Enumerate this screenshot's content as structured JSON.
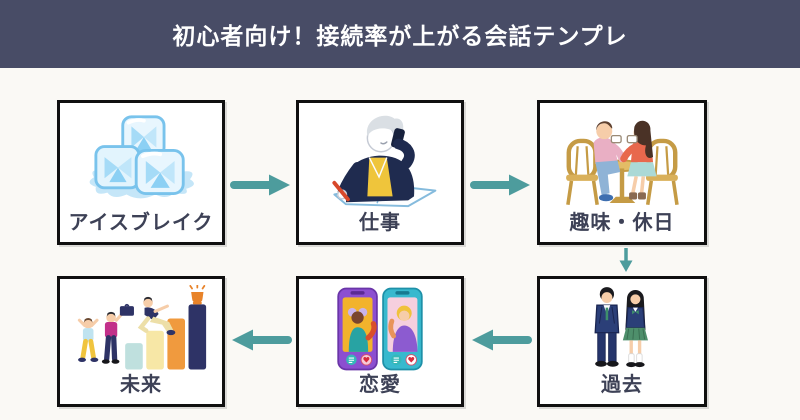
{
  "page": {
    "background_color": "#FAF9F5"
  },
  "header": {
    "title": "初心者向け！接続率が上がる会話テンプレ",
    "background_color": "#484C66",
    "text_color": "#FFFFFF"
  },
  "flow": {
    "arrow_color": "#4D9C9D",
    "box_border_color": "#101010",
    "box_background_color": "#FFFFFF",
    "label_color": "#3D4156",
    "steps": [
      {
        "label": "アイスブレイク",
        "illustration": "ice-cubes",
        "position": "top-left"
      },
      {
        "label": "仕事",
        "illustration": "businessperson-on-phone-writing",
        "position": "top-center"
      },
      {
        "label": "趣味・休日",
        "illustration": "couple-at-cafe-table",
        "position": "top-right"
      },
      {
        "label": "過去",
        "illustration": "students-in-school-uniform",
        "position": "bottom-right"
      },
      {
        "label": "恋愛",
        "illustration": "dating-app-phone-profiles",
        "position": "bottom-center"
      },
      {
        "label": "未来",
        "illustration": "people-climbing-bar-chart-with-trophy",
        "position": "bottom-left"
      }
    ]
  }
}
